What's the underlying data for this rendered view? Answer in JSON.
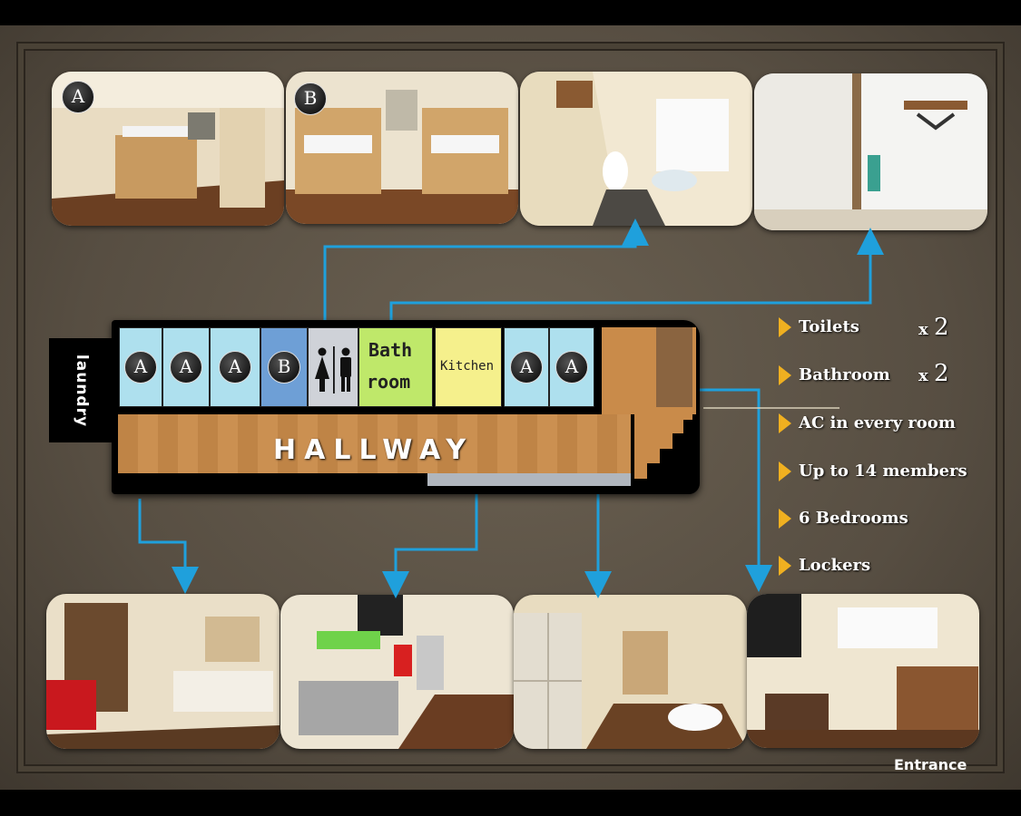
{
  "photos_top": [
    {
      "badge": "A"
    },
    {
      "badge": "B"
    },
    {
      "badge": ""
    },
    {
      "badge": ""
    }
  ],
  "plan": {
    "laundry_label": "laundry",
    "hallway_label": "HALLWAY",
    "rooms": [
      {
        "label": "A",
        "color": "#aee0ee"
      },
      {
        "label": "A",
        "color": "#aee0ee"
      },
      {
        "label": "A",
        "color": "#aee0ee"
      },
      {
        "label": "B",
        "color": "#6e9fd6"
      },
      {
        "label": "",
        "color": "#cfd2d8"
      },
      {
        "label": "Bath room",
        "color": "#bfe86a"
      },
      {
        "label": "Kitchen",
        "color": "#f5f08c"
      },
      {
        "label": "A",
        "color": "#aee0ee"
      },
      {
        "label": "A",
        "color": "#aee0ee"
      }
    ],
    "bath_line1": "Bath",
    "bath_line2": "room"
  },
  "features": [
    {
      "text": "Toilets",
      "mult_prefix": "x",
      "mult_num": "2"
    },
    {
      "text": "Bathroom",
      "mult_prefix": "x",
      "mult_num": "2"
    },
    {
      "text": "AC in every room"
    },
    {
      "text": "Up to 14 members"
    },
    {
      "text": "6 Bedrooms"
    },
    {
      "text": "Lockers"
    }
  ],
  "entrance_label": "Entrance",
  "colors": {
    "arrow": "#1fa0dc",
    "bullet": "#f0b020",
    "wood": "#c98b4a"
  },
  "icons": {
    "restroom": "restroom-icon",
    "bullet": "triangle-bullet-icon"
  }
}
